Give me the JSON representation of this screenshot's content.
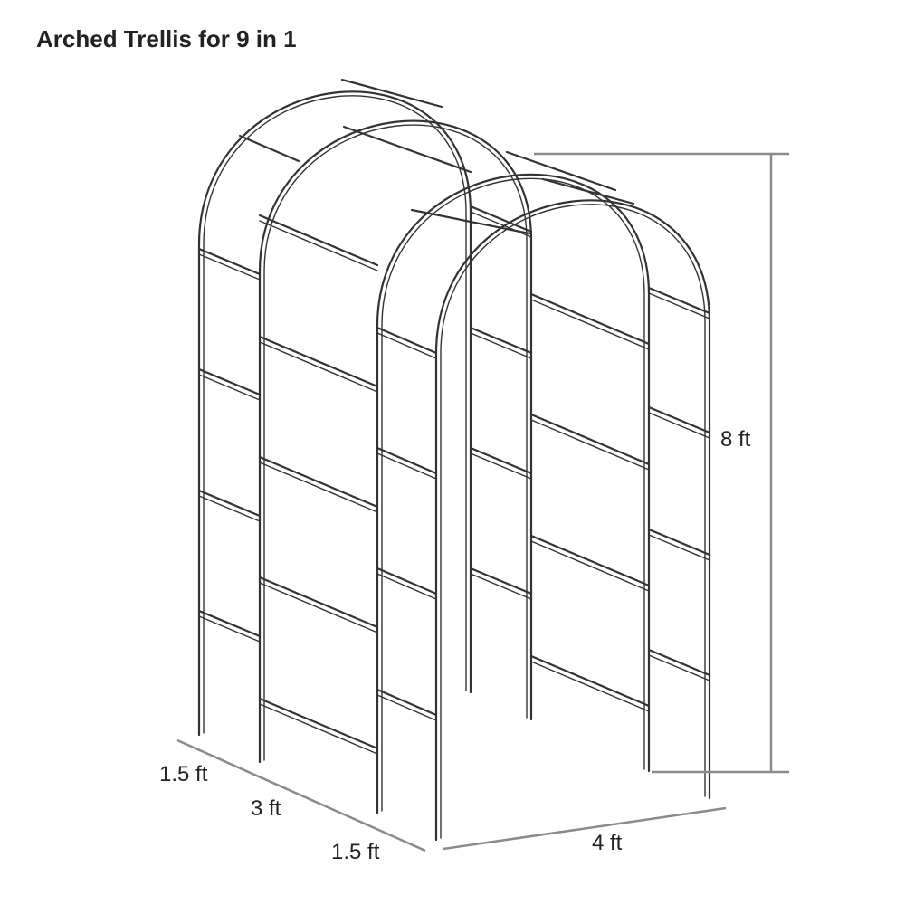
{
  "title": "Arched Trellis for 9 in 1",
  "dimensions": {
    "height": "8 ft",
    "width": "4 ft",
    "depth_total": "3 ft",
    "depth_segment_front": "1.5 ft",
    "depth_segment_back": "1.5 ft"
  },
  "colors": {
    "frame": "#333333",
    "dimension_line": "#8a8a8a",
    "text": "#222222"
  }
}
